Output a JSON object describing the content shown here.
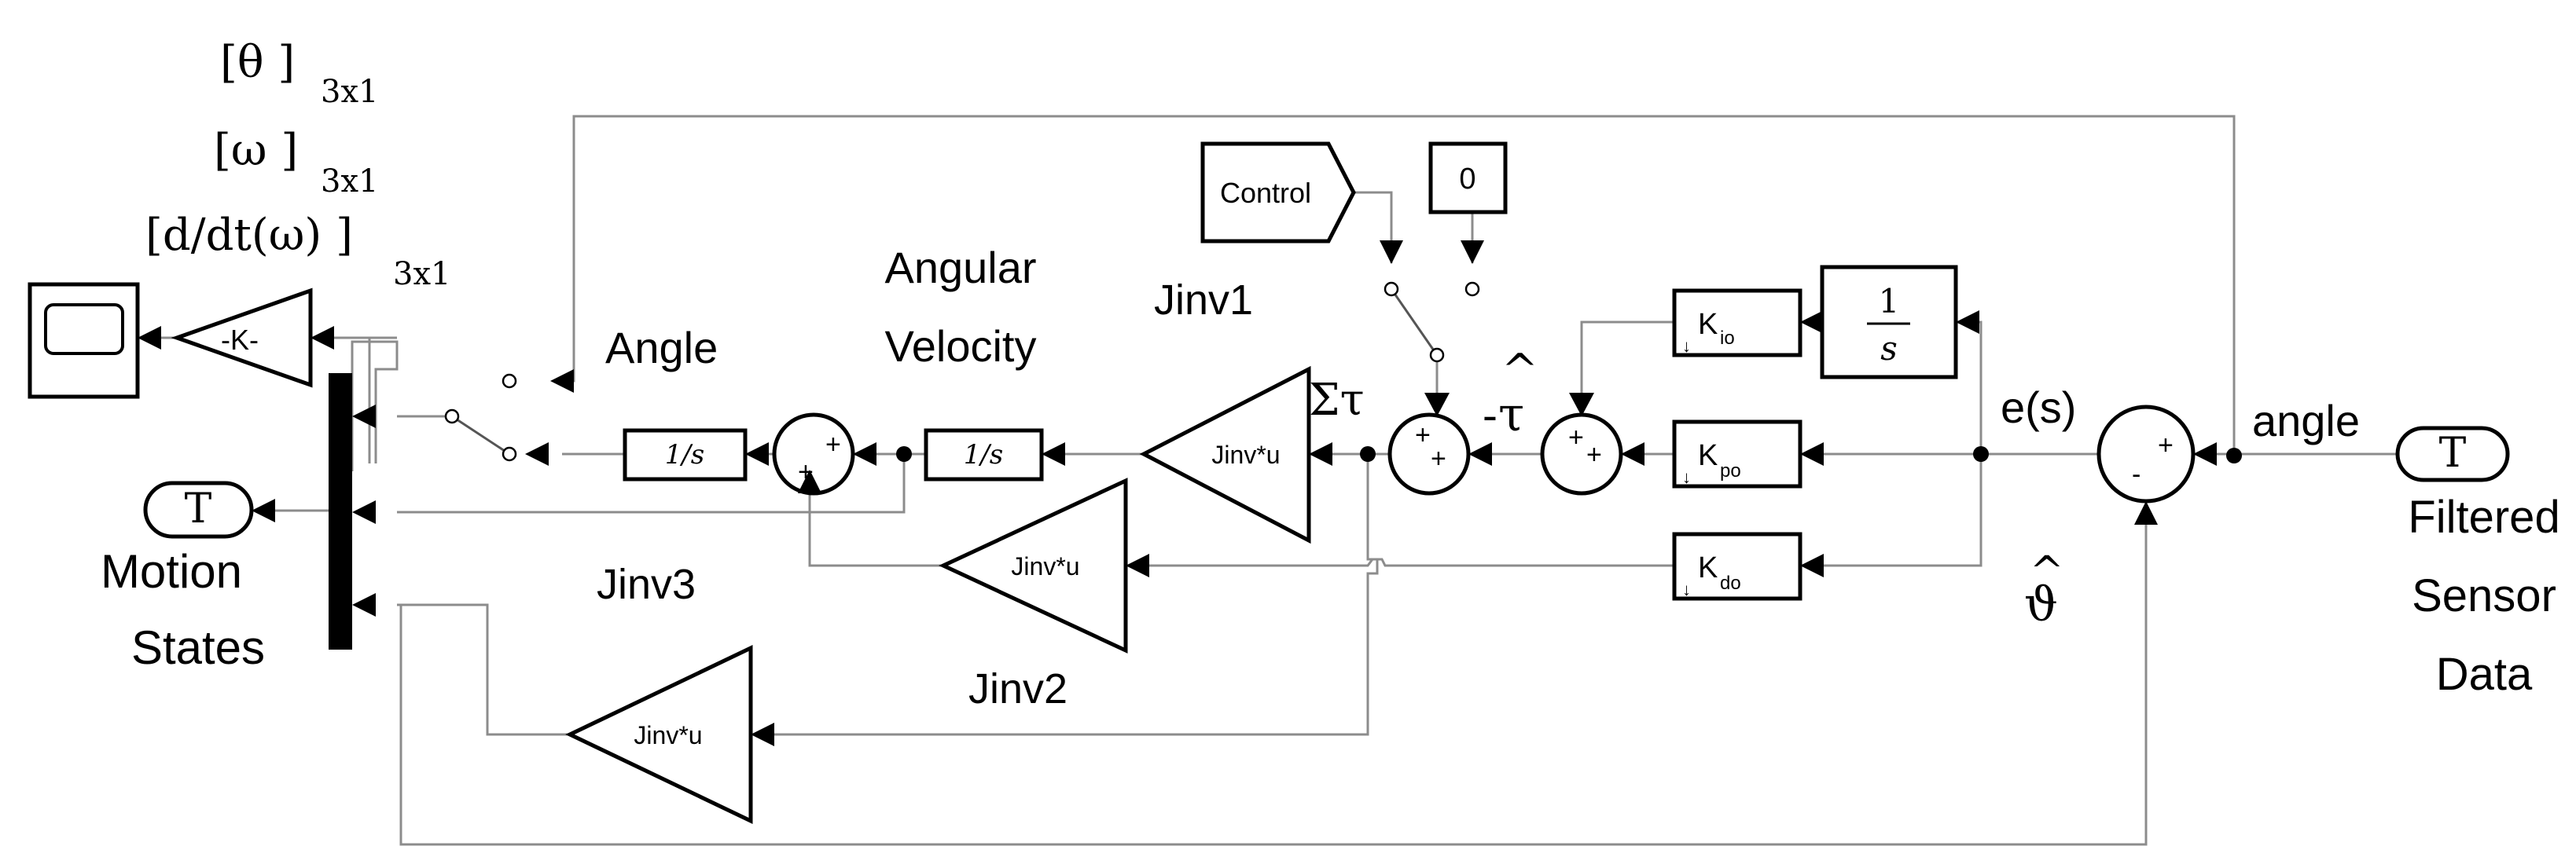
{
  "labels": {
    "state_theta": "[θ ]",
    "state_omega": "[ω ]",
    "state_domega": "[d/dt(ω) ]",
    "dim": "3x1",
    "angle": "Angle",
    "angular_velocity_1": "Angular",
    "angular_velocity_2": "Velocity",
    "jinv1": "Jinv1",
    "jinv2": "Jinv2",
    "jinv3": "Jinv3",
    "sigma_tau": "Στ",
    "tau_hat_minus": "-",
    "tau_hat_sym": "τ",
    "hat": "^",
    "error": "e(s)",
    "angle_signal": "angle",
    "theta_hat": "ϑ",
    "motion_1": "Motion",
    "motion_2": "States",
    "filtered_1": "Filtered",
    "filtered_2": "Sensor",
    "filtered_3": "Data"
  },
  "blocks": {
    "gain_k": "-K-",
    "control_goto": "Control",
    "constant_zero": "0",
    "integrator_text": "1/s",
    "integrator_frac_num": "1",
    "integrator_frac_den": "s",
    "jinv_gain": "Jinv*u",
    "k_i": "K",
    "k_i_sub": "io",
    "k_p": "K",
    "k_p_sub": "po",
    "k_d": "K",
    "k_d_sub": "do",
    "from_tag": "T",
    "goto_tag": "T"
  },
  "signs": {
    "plus": "+",
    "minus": "-"
  }
}
